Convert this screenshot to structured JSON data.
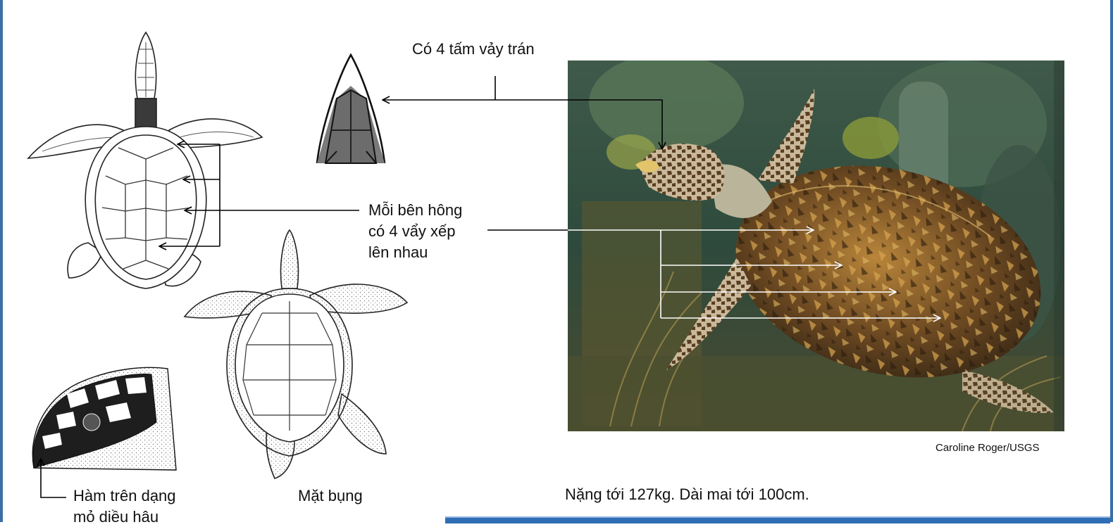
{
  "labels": {
    "frontal_scales": "Có 4 tấm vảy trán",
    "lateral_scales_line1": "Mỗi bên hông",
    "lateral_scales_line2": "có 4 vẩy xếp",
    "lateral_scales_line3": "lên nhau",
    "beak_line1": "Hàm trên dạng",
    "beak_line2": "mỏ diều hâu",
    "plastron": "Mặt bụng",
    "size": "Nặng tới 127kg. Dài mai tới 100cm.",
    "credit": "Caroline Roger/USGS"
  },
  "colors": {
    "frame": "#3a6ea5",
    "bar": "#2f6db5"
  }
}
